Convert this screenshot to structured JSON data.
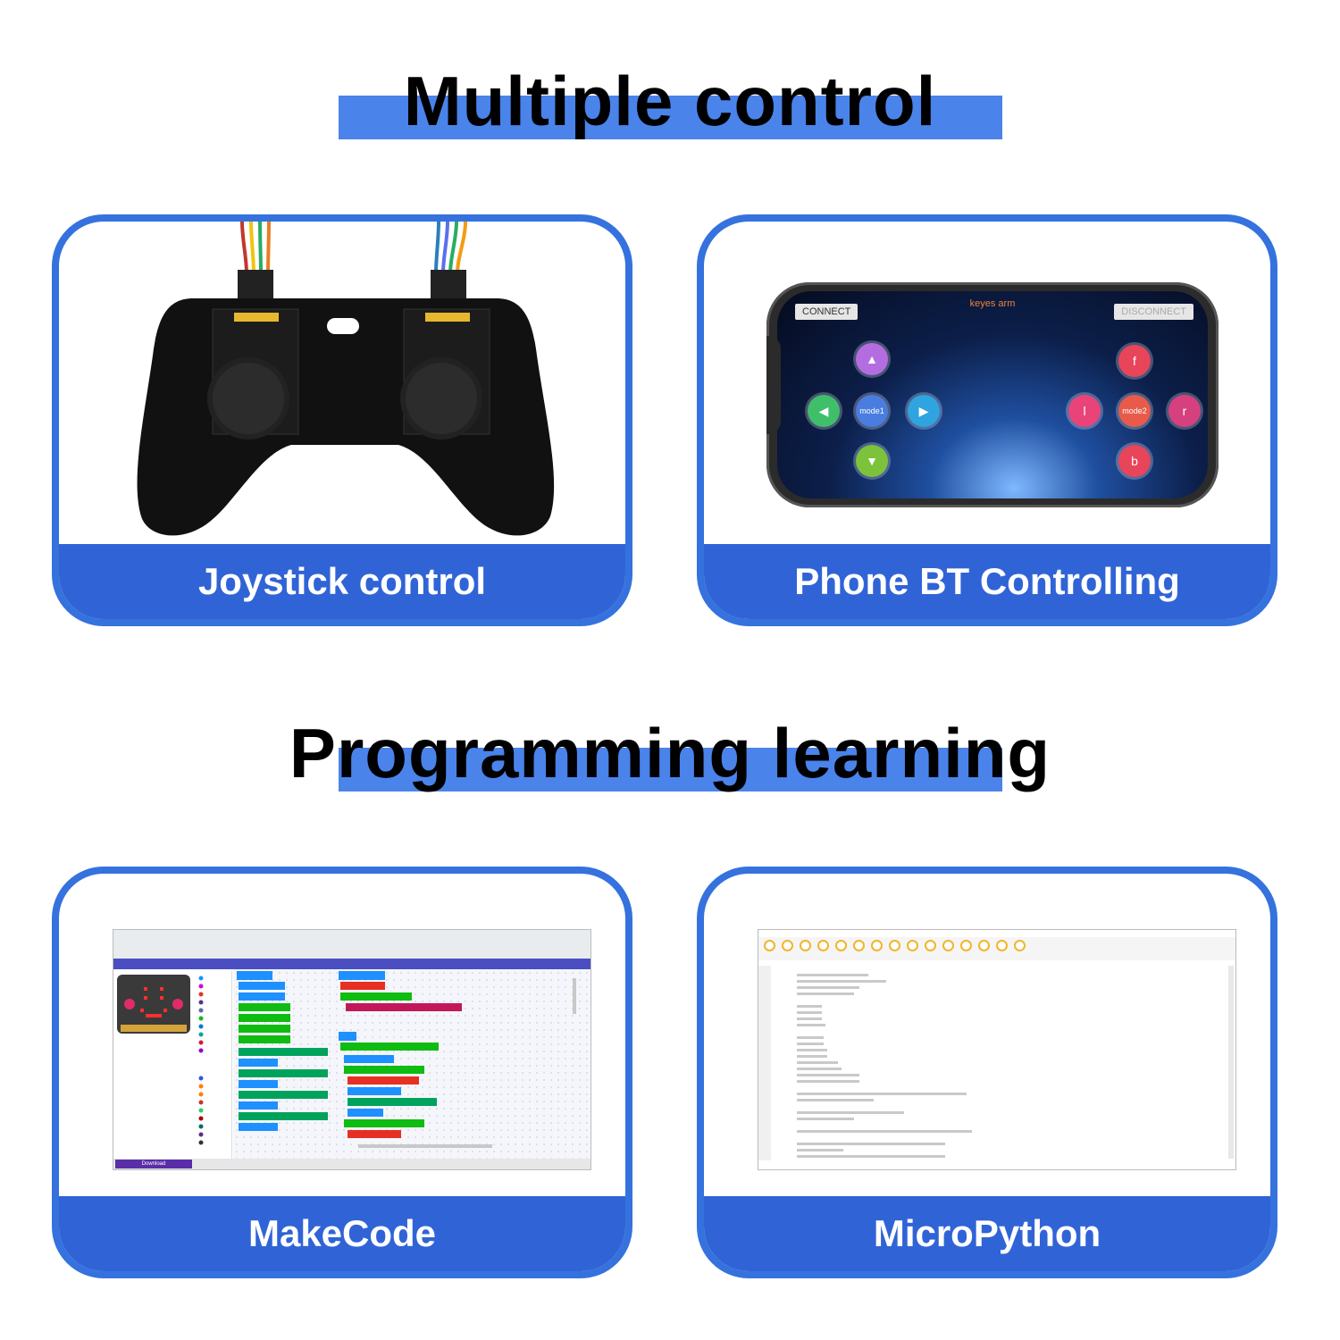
{
  "sections": [
    {
      "title": "Multiple control"
    },
    {
      "title": "Programming learning"
    }
  ],
  "cards": {
    "joystick": {
      "label": "Joystick control"
    },
    "phone": {
      "label": "Phone BT Controlling",
      "app": {
        "connect": "CONNECT",
        "title": "keyes arm",
        "disconnect": "DISCONNECT",
        "buttons": [
          "mode1",
          "mode2",
          "f",
          "l",
          "r",
          "b"
        ]
      }
    },
    "makecode": {
      "label": "MakeCode",
      "download": "Download"
    },
    "micropython": {
      "label": "MicroPython"
    }
  },
  "colors": {
    "title_bar": "#4a83ea",
    "card_border": "#3572de",
    "card_footer": "#3064d6"
  }
}
